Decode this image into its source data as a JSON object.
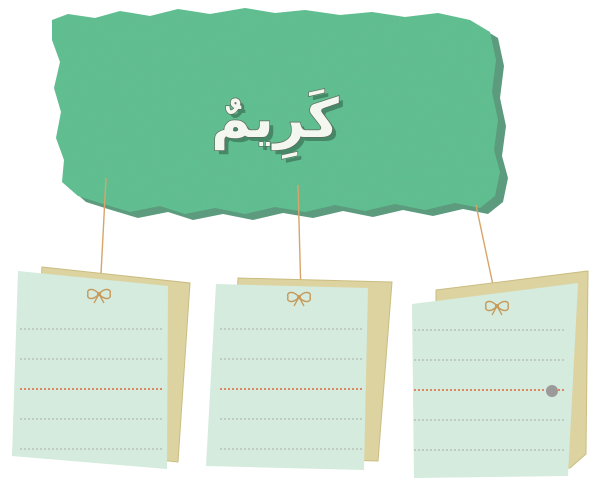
{
  "banner": {
    "word": "كَرِيمٌ",
    "color": "#58c08e",
    "shadow_color": "#3f8a66"
  },
  "cards": [
    {
      "name": "card-1",
      "lines": 5,
      "highlight_line": 3,
      "has_dot": false
    },
    {
      "name": "card-2",
      "lines": 5,
      "highlight_line": 3,
      "has_dot": false
    },
    {
      "name": "card-3",
      "lines": 5,
      "highlight_line": 3,
      "has_dot": true
    }
  ],
  "colors": {
    "card_face": "#d4ebdd",
    "card_back": "#ddd3a0",
    "card_back_edge": "#c9bd82",
    "line_plain": "#a8aca6",
    "line_highlight": "#e0663d",
    "string": "#d8a46a",
    "bow": "#c79a5b",
    "dot": "#9a9a9a"
  }
}
